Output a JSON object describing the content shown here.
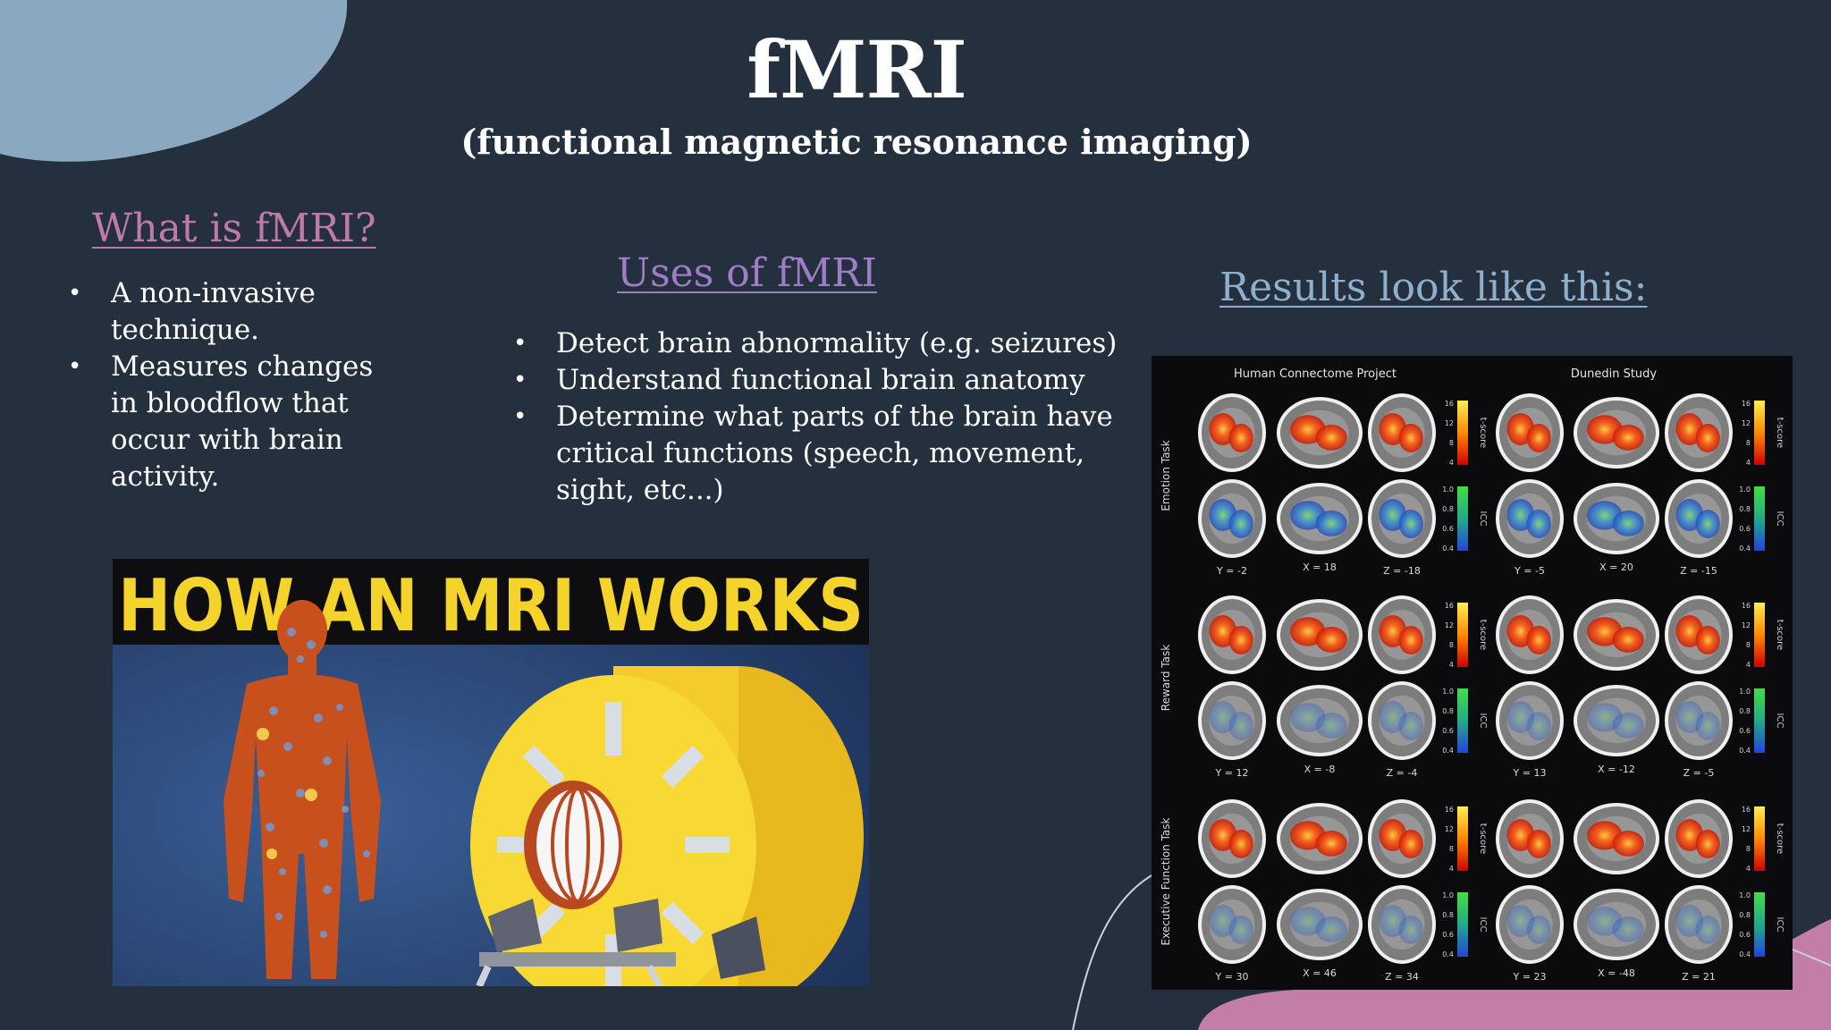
{
  "slide": {
    "title": "fMRI",
    "subtitle": "(functional magnetic resonance imaging)",
    "colors": {
      "background": "#24303d",
      "blob_top_left": "#8aa9c0",
      "blob_bottom_right": "#c37ea8",
      "heading_what": "#c07aa6",
      "heading_uses": "#a07bc6",
      "heading_results": "#8fb0cd"
    }
  },
  "what_section": {
    "heading": "What is fMRI?",
    "bullets": [
      "A non-invasive technique.",
      "Measures changes in bloodflow that occur with brain activity."
    ]
  },
  "uses_section": {
    "heading": "Uses of fMRI",
    "bullets": [
      "Detect brain abnormality (e.g. seizures)",
      "Understand functional brain anatomy",
      "Determine what parts of the brain have critical functions (speech, movement, sight, etc...)"
    ]
  },
  "results_section": {
    "heading": "Results look like this:"
  },
  "mri_image": {
    "banner_text": "HOW AN MRI WORKS"
  },
  "brain_figure": {
    "column_titles": [
      "Human Connectome Project",
      "Dunedin Study"
    ],
    "row_labels": [
      "Emotion Task",
      "Reward Task",
      "Executive Function Task"
    ],
    "scale_labels": {
      "tscore": "t-score",
      "icc": "ICC"
    },
    "tscore_ticks": [
      "16",
      "12",
      "8",
      "4"
    ],
    "icc_ticks": [
      "1.0",
      "0.8",
      "0.6",
      "0.4"
    ],
    "coords": [
      [
        "Y = -2",
        "X = 18",
        "Z = -18",
        "Y = -5",
        "X = 20",
        "Z = -15"
      ],
      [
        "Y = 12",
        "X = -8",
        "Z = -4",
        "Y = 13",
        "X = -12",
        "Z = -5"
      ],
      [
        "Y = 30",
        "X = 46",
        "Z = 34",
        "Y = 23",
        "X = -48",
        "Z = 21"
      ]
    ]
  }
}
